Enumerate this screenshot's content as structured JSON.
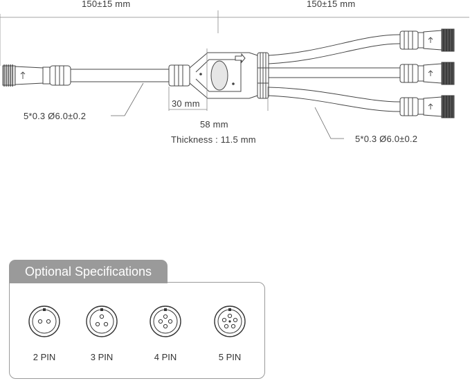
{
  "dimensions": {
    "left_length": "150±15 mm",
    "right_length": "150±15 mm",
    "junction_inner_width": "30 mm",
    "junction_width": "58 mm",
    "thickness": "Thickness : 11.5 mm",
    "cable_left_spec": "5*0.3   Ø6.0±0.2",
    "cable_right_spec": "5*0.3   Ø6.0±0.2"
  },
  "optional": {
    "title": "Optional Specifications",
    "pins": [
      {
        "label": "2 PIN",
        "icon": "2-pin-connector-icon"
      },
      {
        "label": "3 PIN",
        "icon": "3-pin-connector-icon"
      },
      {
        "label": "4 PIN",
        "icon": "4-pin-connector-icon"
      },
      {
        "label": "5 PIN",
        "icon": "5-pin-connector-icon"
      }
    ]
  },
  "colors": {
    "line": "#555555",
    "panel": "#9a9a9a"
  }
}
